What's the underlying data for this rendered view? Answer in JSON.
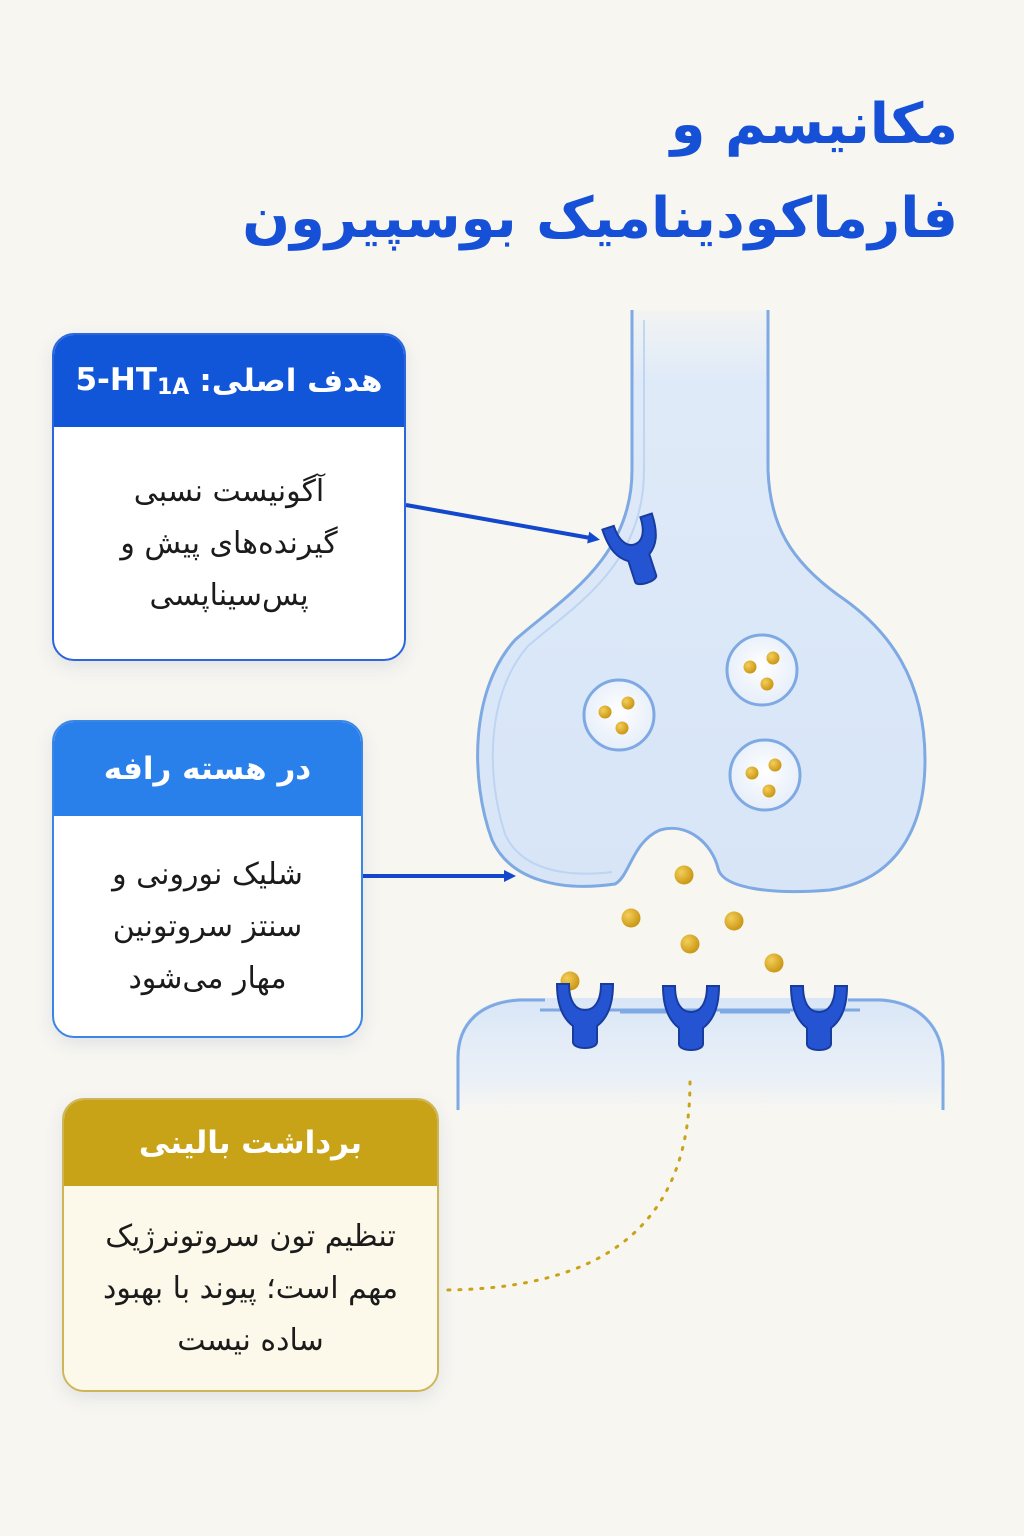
{
  "title": {
    "line1": "مکانیسم و",
    "line2": "فارماکودینامیک بوسپیرون"
  },
  "cards": {
    "target": {
      "heading_label": "هدف اصلی:",
      "heading_receptor": "5-HT",
      "heading_subscript": "1A",
      "body_line1": "آگونیست نسبی",
      "body_line2": "گیرنده‌های پیش و",
      "body_line3": "پس‌سیناپسی"
    },
    "raphe": {
      "heading": "در هسته رافه",
      "body_line1": "شلیک نورونی و",
      "body_line2": "سنتز سروتونین",
      "body_line3": "مهار می‌شود"
    },
    "clinical": {
      "heading": "برداشت بالینی",
      "body_line1": "تنظیم تون سروتونرژیک",
      "body_line2": "مهم است؛ پیوند با بهبود",
      "body_line3": "ساده نیست"
    }
  },
  "colors": {
    "title_blue": "#1550d6",
    "target_header": "#1155d8",
    "raphe_header": "#2a80ea",
    "clinical_header": "#c9a317",
    "neuron_fill": "#dde9f8",
    "neuron_stroke": "#7ea9e3",
    "receptor": "#1e4fcf",
    "serotonin": "#d9a520",
    "arrow": "#1348cc"
  },
  "icons": {
    "receptor": "y-shaped-receptor-icon",
    "vesicle": "vesicle-icon",
    "molecule": "serotonin-molecule-icon"
  }
}
